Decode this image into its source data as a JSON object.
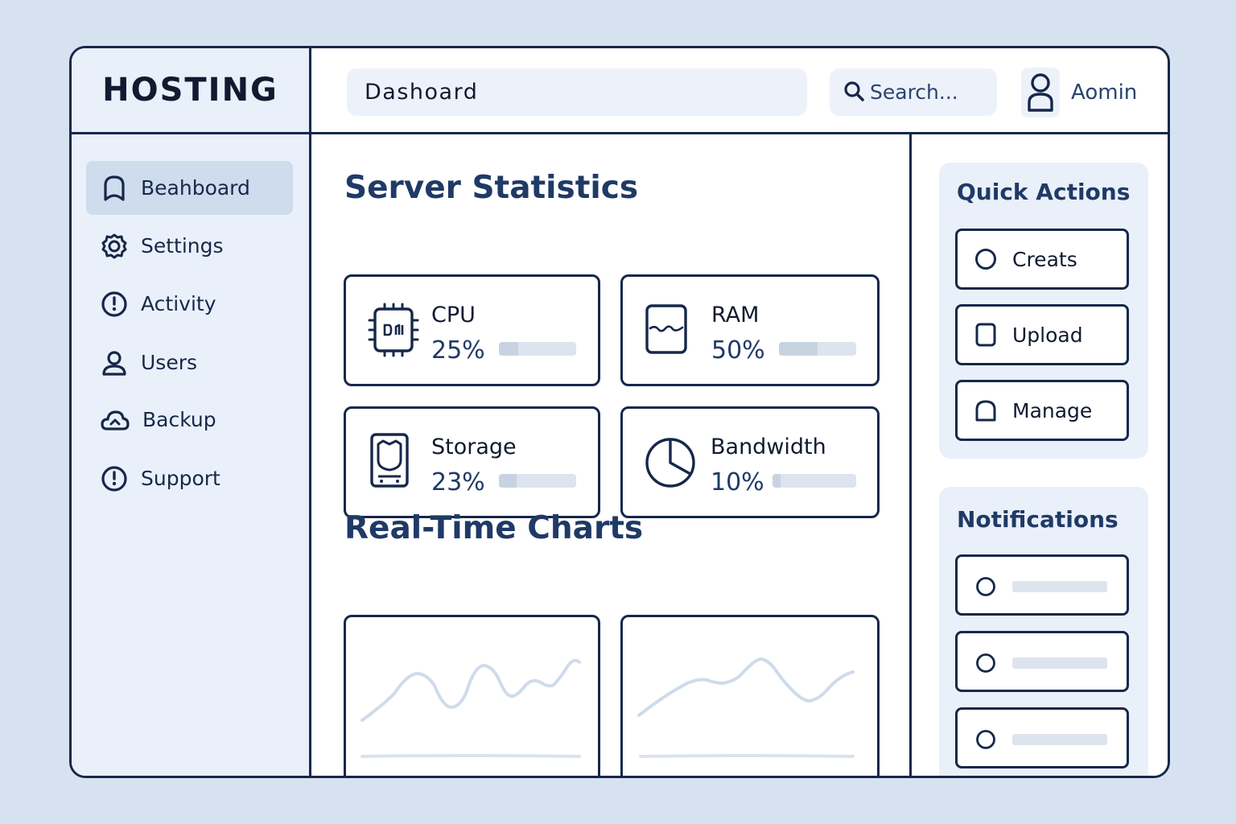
{
  "brand": "HOSTING",
  "header": {
    "breadcrumb": "Dashoard",
    "search_placeholder": "Search...",
    "user_name": "Aomin"
  },
  "sidebar": {
    "items": [
      {
        "label": "Beahboard",
        "icon": "dashboard-icon",
        "active": true
      },
      {
        "label": "Settings",
        "icon": "gear-icon"
      },
      {
        "label": "Activity",
        "icon": "info-circle-icon"
      },
      {
        "label": "Users",
        "icon": "user-icon"
      },
      {
        "label": "Backup",
        "icon": "cloud-backup-icon"
      },
      {
        "label": "Support",
        "icon": "info-circle-icon"
      }
    ]
  },
  "server_statistics": {
    "title": "Server Statistics",
    "cards": [
      {
        "label": "CPU",
        "value": "25%",
        "percent": 25,
        "icon": "cpu-chip-icon"
      },
      {
        "label": "RAM",
        "value": "50%",
        "percent": 50,
        "icon": "memory-icon"
      },
      {
        "label": "Storage",
        "value": "23%",
        "percent": 23,
        "icon": "storage-drive-icon"
      },
      {
        "label": "Bandwidth",
        "value": "10%",
        "percent": 10,
        "icon": "pie-gauge-icon"
      }
    ]
  },
  "real_time_charts": {
    "title": "Real-Time Charts"
  },
  "quick_actions": {
    "title": "Quick Actions",
    "items": [
      {
        "label": "Creats",
        "icon": "circle-icon"
      },
      {
        "label": "Upload",
        "icon": "square-icon"
      },
      {
        "label": "Manage",
        "icon": "arch-icon"
      }
    ]
  },
  "notifications": {
    "title": "Notifications",
    "count": 3
  },
  "colors": {
    "background": "#d7e2f0",
    "border": "#16284a",
    "panel": "#eaf0f9",
    "active": "#cfdcee",
    "placeholder_line": "#dde4ee",
    "chart_line": "#cfdbea"
  }
}
